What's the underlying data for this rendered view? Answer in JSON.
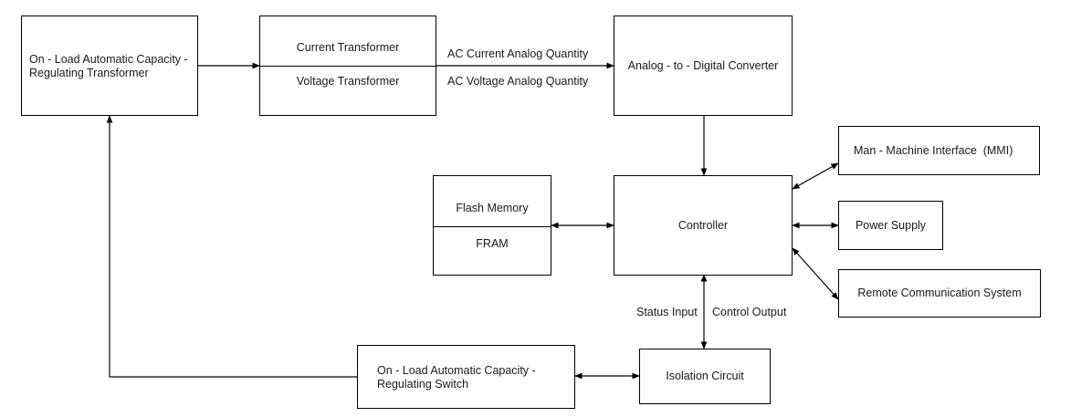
{
  "blocks": {
    "transformer": {
      "line1": "On - Load Automatic Capacity -",
      "line2": "Regulating Transformer"
    },
    "current_transformer": "Current Transformer",
    "voltage_transformer": "Voltage Transformer",
    "adc": "Analog - to - Digital Converter",
    "flash_memory": "Flash Memory",
    "fram": "FRAM",
    "controller": "Controller",
    "mmi": "Man - Machine Interface  (MMI)",
    "power_supply": "Power Supply",
    "remote_comm": "Remote Communication System",
    "isolation": "Isolation Circuit",
    "switch": {
      "line1": "On - Load Automatic Capacity -",
      "line2": "Regulating Switch"
    }
  },
  "labels": {
    "ac_current": "AC Current Analog Quantity",
    "ac_voltage": "AC Voltage Analog Quantity",
    "status_input": "Status Input",
    "control_output": "Control Output"
  }
}
